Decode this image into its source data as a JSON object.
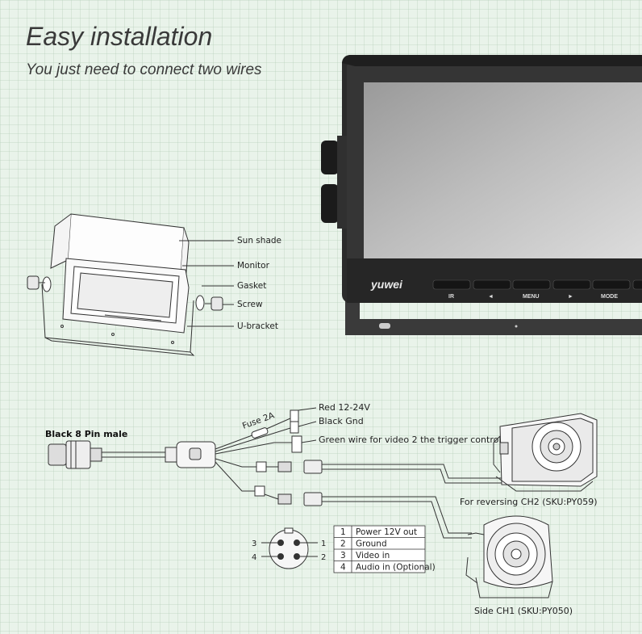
{
  "heading": "Easy installation",
  "subheading": "You just need to connect two wires",
  "exploded_labels": [
    "Sun shade",
    "Monitor",
    "Gasket",
    "Screw",
    "U-bracket"
  ],
  "monitor": {
    "brand": "yuwei",
    "buttons": [
      "IR",
      "◄",
      "MENU",
      "►",
      "MODE"
    ]
  },
  "wiring": {
    "connector_label": "Black 8 Pin male",
    "fuse_label": "Fuse 2A",
    "wire_red": "Red 12-24V",
    "wire_black": "Black Gnd",
    "wire_green": "Green wire for video 2 the trigger control",
    "camera_ch2": "For reversing CH2 (SKU:PY059)",
    "camera_ch1": "Side CH1 (SKU:PY050)"
  },
  "pinout": {
    "pin_numbers": [
      "3",
      "1",
      "4",
      "2"
    ],
    "rows": [
      {
        "num": "1",
        "desc": "Power 12V out"
      },
      {
        "num": "2",
        "desc": "Ground"
      },
      {
        "num": "3",
        "desc": "Video in"
      },
      {
        "num": "4",
        "desc": "Audio in (Optional)"
      }
    ]
  }
}
